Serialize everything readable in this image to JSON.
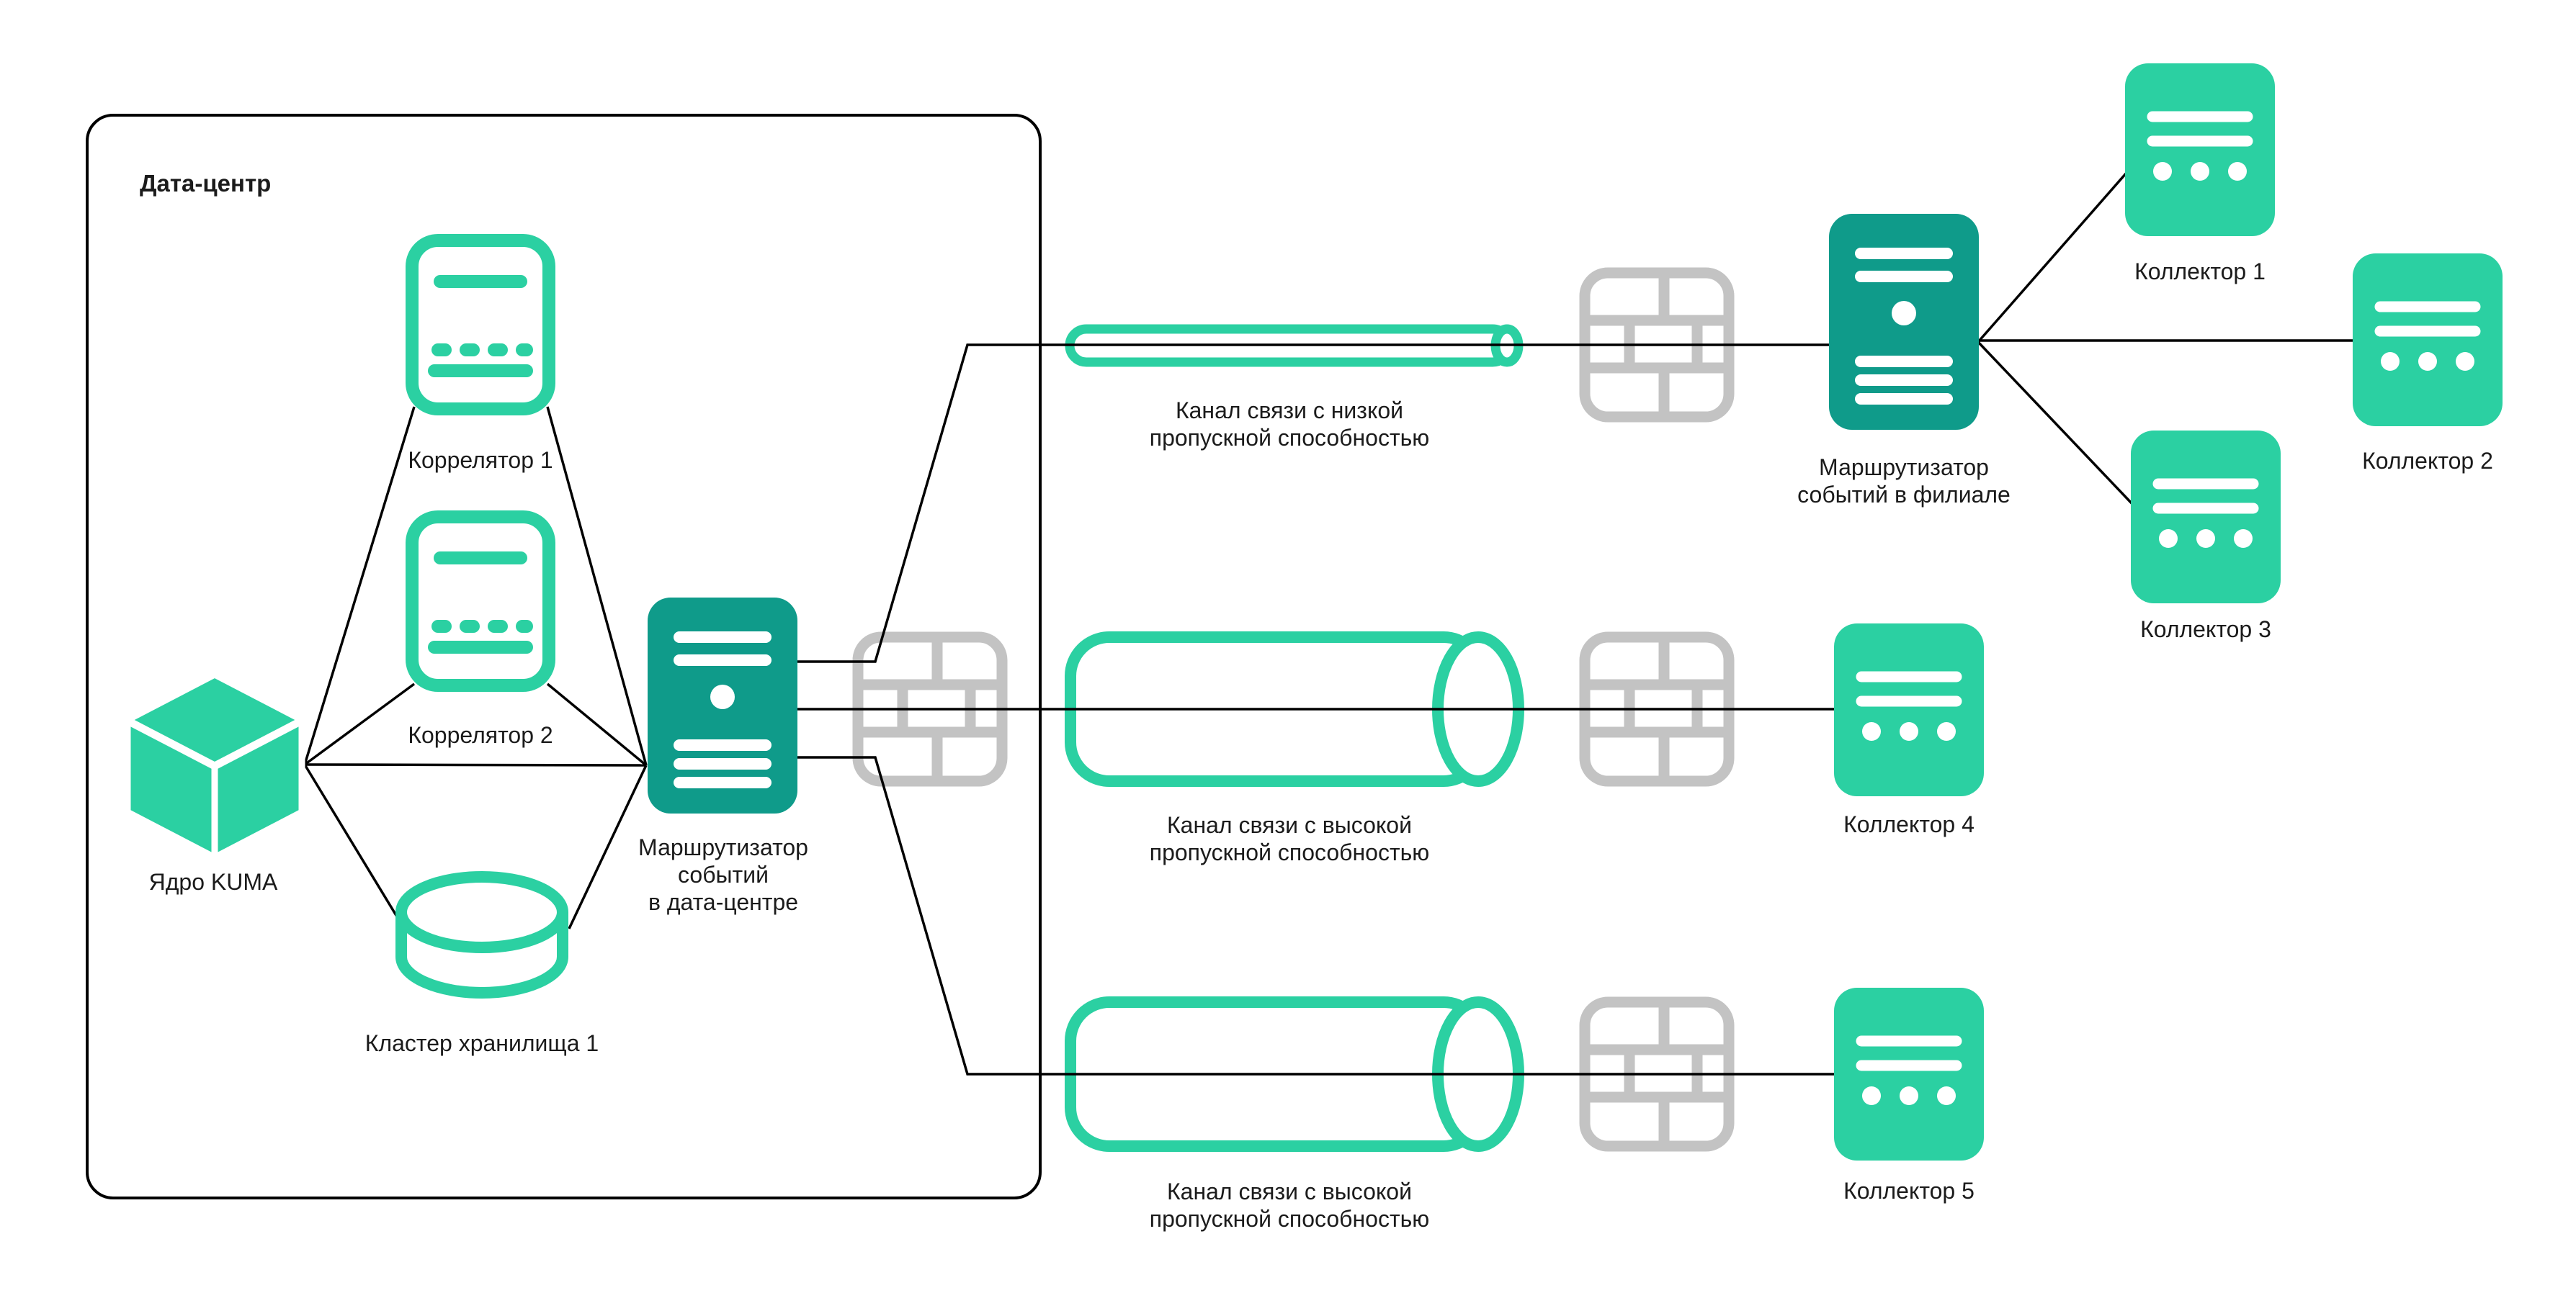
{
  "colors": {
    "accent_teal": "#2BD0A2",
    "accent_dark_teal": "#0F9B8A",
    "firewall_gray": "#C3C3C3",
    "line_black": "#000000",
    "text": "#1B1B1B"
  },
  "datacenter": {
    "title": "Дата-центр"
  },
  "nodes": {
    "kuma_core": {
      "label": "Ядро KUMA"
    },
    "correlator1": {
      "label": "Коррелятор 1"
    },
    "correlator2": {
      "label": "Коррелятор 2"
    },
    "storage_cluster": {
      "label": "Кластер хранилища 1"
    },
    "dc_event_router": {
      "label": "Маршрутизатор\nсобытий\nв дата-центре"
    },
    "branch_event_router": {
      "label": "Маршрутизатор\nсобытий в филиале"
    },
    "collector1": {
      "label": "Коллектор 1"
    },
    "collector2": {
      "label": "Коллектор 2"
    },
    "collector3": {
      "label": "Коллектор 3"
    },
    "collector4": {
      "label": "Коллектор 4"
    },
    "collector5": {
      "label": "Коллектор 5"
    }
  },
  "channels": {
    "low_bandwidth": {
      "label": "Канал связи с низкой\nпропускной способностью"
    },
    "high_bandwidth_1": {
      "label": "Канал связи с высокой\nпропускной способностью"
    },
    "high_bandwidth_2": {
      "label": "Канал связи с высокой\nпропускной способностью"
    }
  }
}
